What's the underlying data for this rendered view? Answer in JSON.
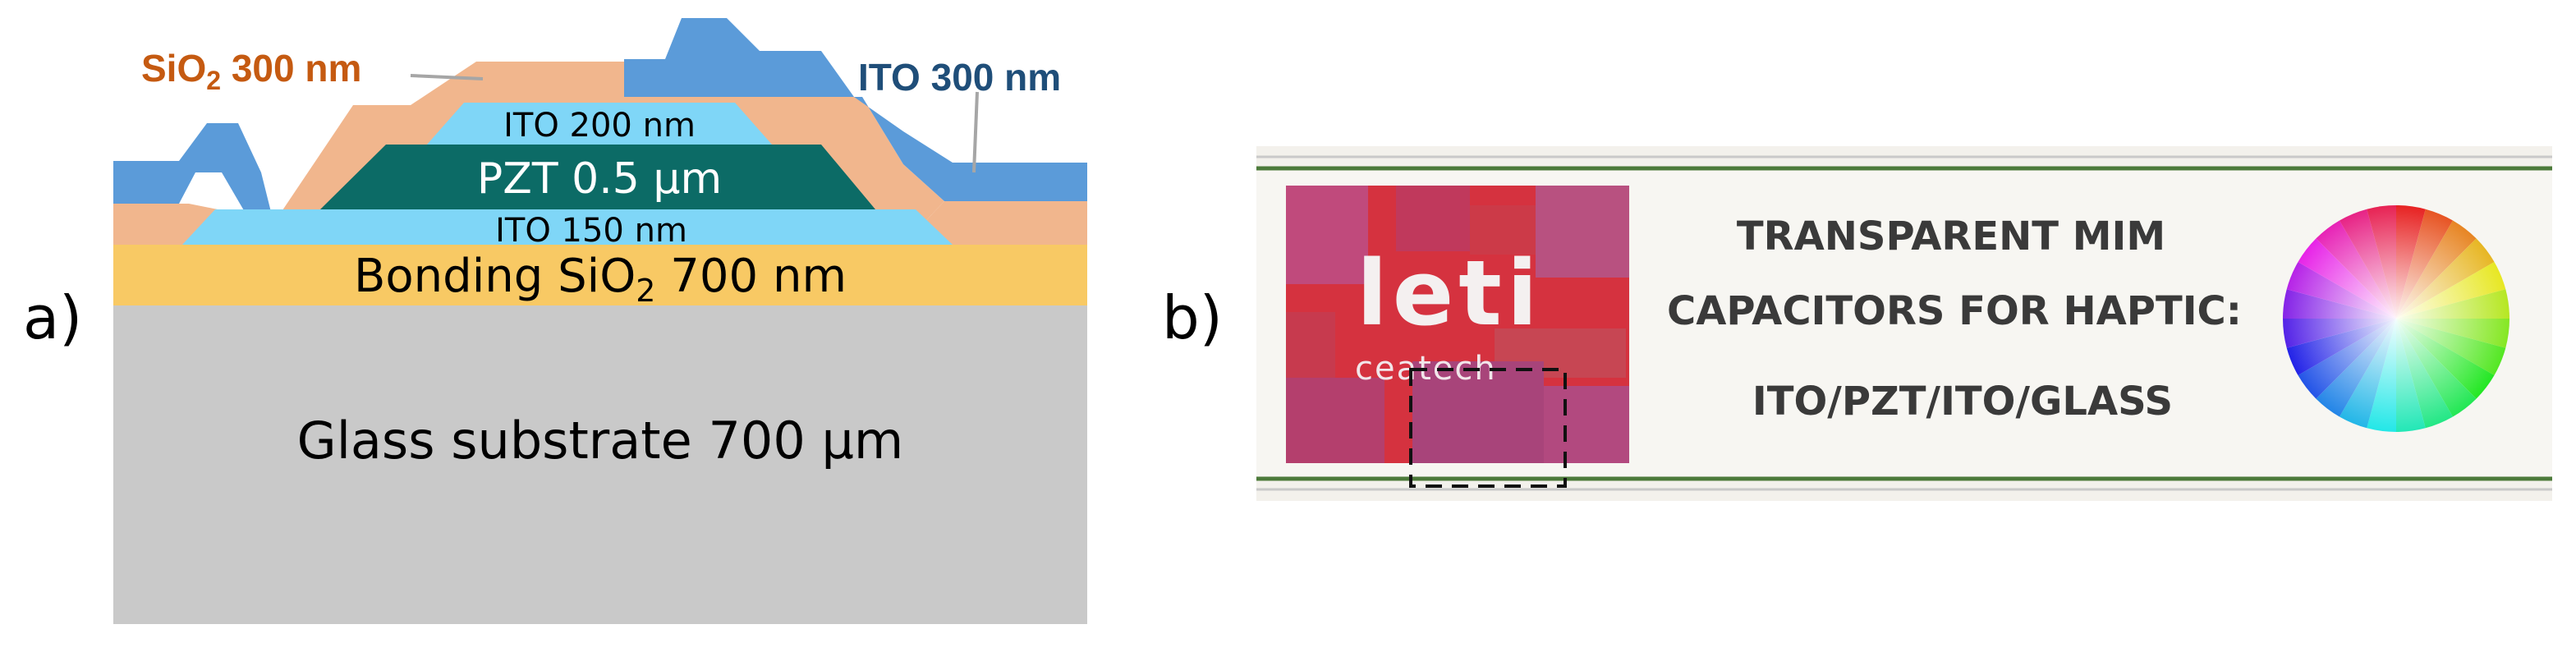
{
  "panel_a": {
    "label": "a)",
    "layers": {
      "glass": "Glass substrate 700 µm",
      "bonding_prefix": "Bonding SiO",
      "bonding_sub": "2",
      "bonding_suffix": " 700 nm",
      "ito_bottom": "ITO 150 nm",
      "pzt": "PZT 0.5 µm",
      "ito_top": "ITO 200 nm"
    },
    "callouts": {
      "sio2_prefix": "SiO",
      "sio2_sub": "2",
      "sio2_suffix": " 300 nm",
      "ito_300": "ITO 300 nm"
    },
    "colors": {
      "glass": "#c9c9c9",
      "bonding": "#f8c964",
      "ito_light": "#7fd6f7",
      "pzt": "#0c6b66",
      "sio2_peach": "#f1b68d",
      "ito_metal": "#5b9bd9",
      "sio2_label": "#c55a11",
      "ito_label": "#1f4e79"
    }
  },
  "panel_b": {
    "label": "b)",
    "logo": {
      "main": "leti",
      "sub": "ceatech"
    },
    "text_lines": [
      "TRANSPARENT MIM",
      "CAPACITORS FOR HAPTIC:",
      "ITO/PZT/ITO/GLASS"
    ]
  }
}
